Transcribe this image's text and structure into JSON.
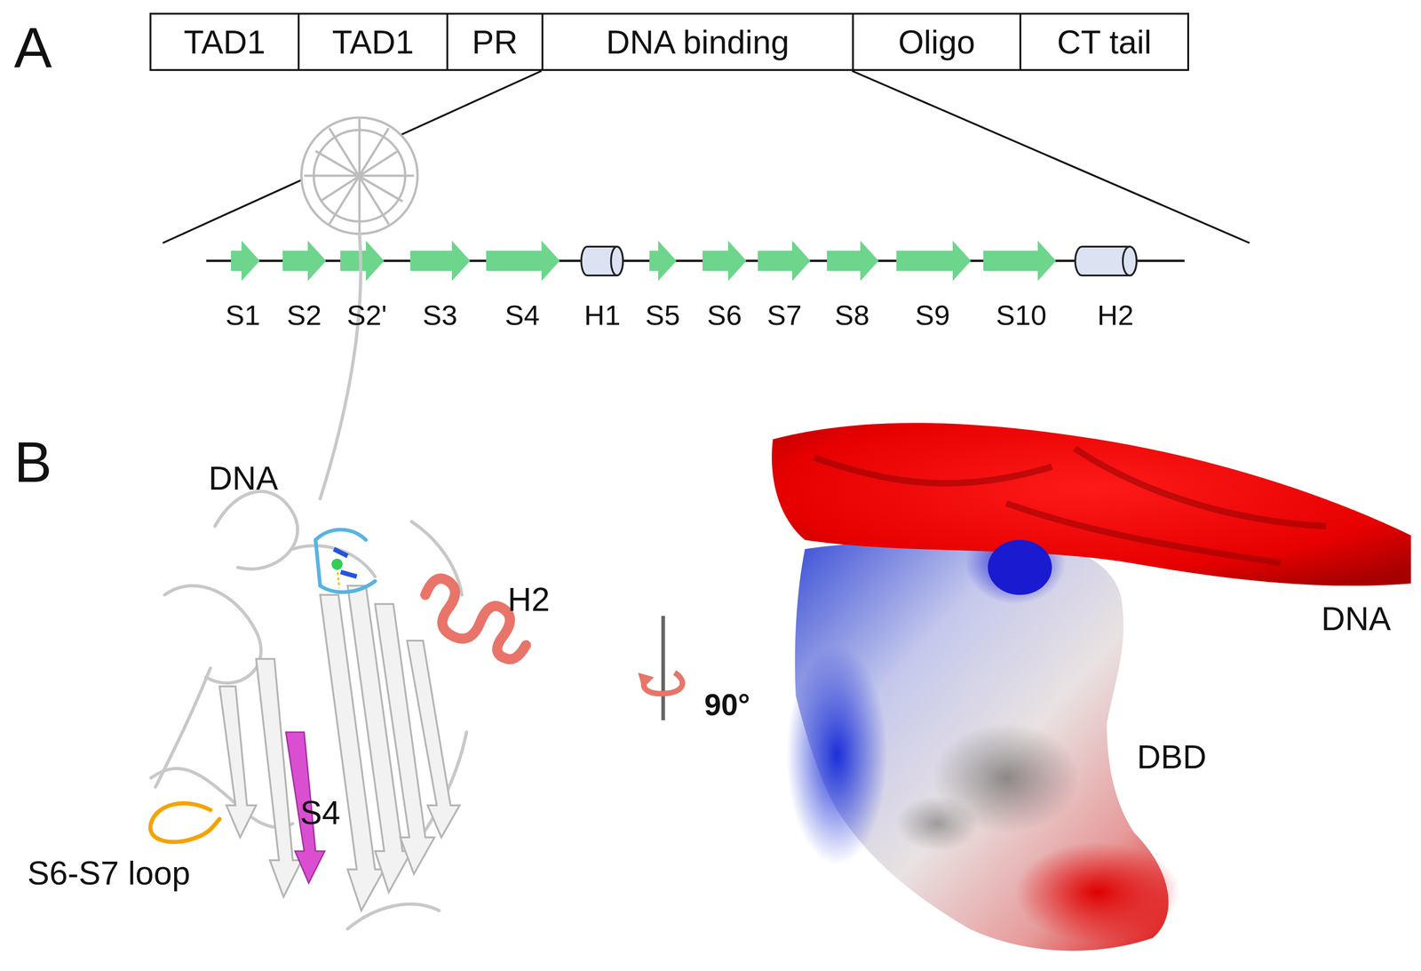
{
  "diagram": {
    "nodes": [
      {
        "text": [
          "TAD1"
        ]
      },
      {
        "text": [
          "TAD1"
        ]
      },
      {
        "text": [
          "PR"
        ]
      },
      {
        "text": [
          "DNA binding"
        ]
      },
      {
        "text": [
          "Oligo"
        ]
      },
      {
        "text": [
          "CT tail"
        ]
      }
    ],
    "labels": [
      "A",
      "S1",
      "S2",
      "S2'",
      "S3",
      "S4",
      "H1",
      "S5",
      "S6",
      "S7",
      "S8",
      "S9",
      "S10",
      "H2",
      "B",
      "DNA",
      "H2",
      "S4",
      "S6-S7 loop",
      "90°",
      "DNA",
      "DBD"
    ]
  }
}
